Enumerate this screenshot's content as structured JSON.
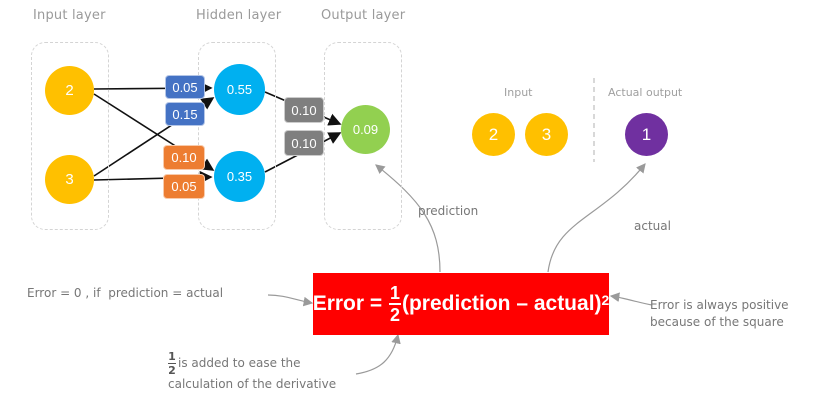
{
  "layers": {
    "input_label": "Input layer",
    "hidden_label": "Hidden layer",
    "output_label": "Output layer"
  },
  "nodes": {
    "input1": "2",
    "input2": "3",
    "hidden1": "0.55",
    "hidden2": "0.35",
    "output": "0.09"
  },
  "weights": {
    "w1": "0.05",
    "w2": "0.15",
    "w3": "0.10",
    "w4": "0.05",
    "w5": "0.10",
    "w6": "0.10"
  },
  "example": {
    "input_label": "Input",
    "input_values": [
      "2",
      "3"
    ],
    "actual_label": "Actual output",
    "actual_value": "1"
  },
  "formula": {
    "prefix": "Error = ",
    "frac_num": "1",
    "frac_den": "2",
    "body": "(prediction – actual)",
    "exponent": "2"
  },
  "annotations": {
    "prediction": "prediction",
    "actual": "actual",
    "zero_condition": "Error = 0 , if  prediction = actual",
    "positive_line1": "Error is always positive",
    "positive_line2": "because of the square",
    "half_num": "1",
    "half_den": "2",
    "half_line1": "is added to ease the",
    "half_line2": "calculation of the derivative"
  },
  "colors": {
    "input_node": "#ffc000",
    "hidden_node": "#00b0f0",
    "output_node": "#92d050",
    "actual_node": "#7030a0",
    "weight_blue": "#4472c4",
    "weight_orange": "#ed7d31",
    "weight_gray": "#7f7f7f",
    "formula_bg": "#ff0000"
  }
}
